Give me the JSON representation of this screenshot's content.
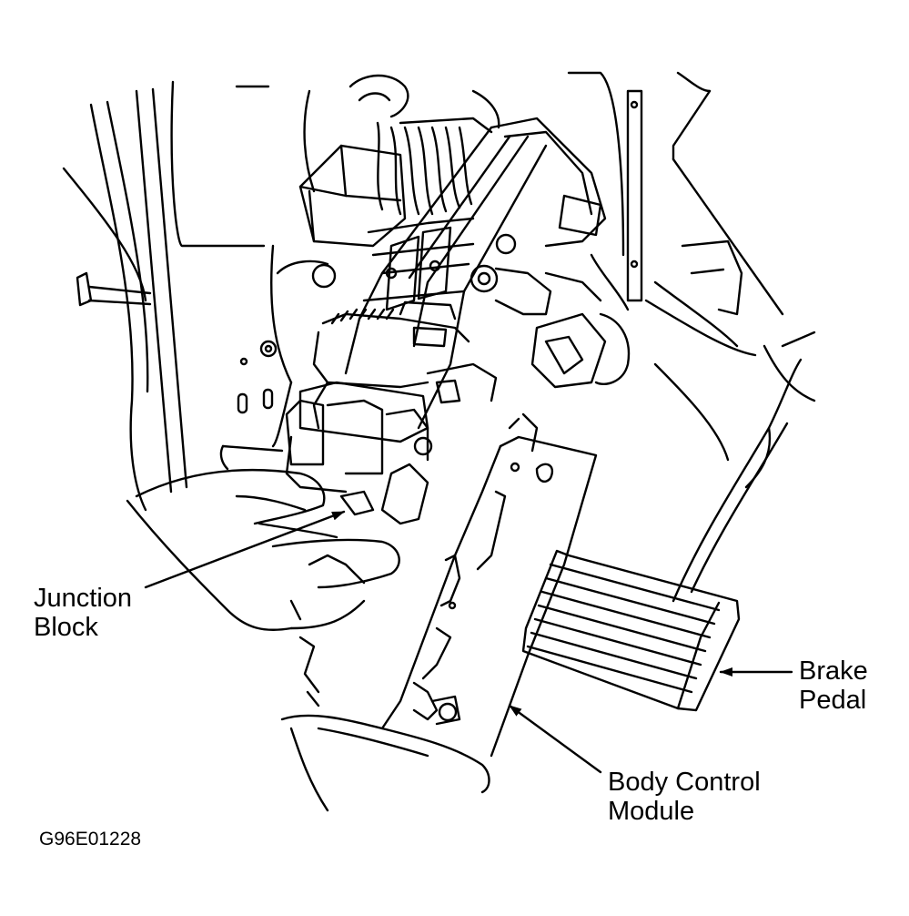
{
  "callouts": {
    "junction_block": {
      "line1": "Junction",
      "line2": "Block"
    },
    "brake_pedal": {
      "line1": "Brake",
      "line2": "Pedal"
    },
    "body_control_module": {
      "line1": "Body Control",
      "line2": "Module"
    }
  },
  "figure_code": "G96E01228",
  "colors": {
    "ink": "#000000",
    "paper": "#ffffff"
  }
}
